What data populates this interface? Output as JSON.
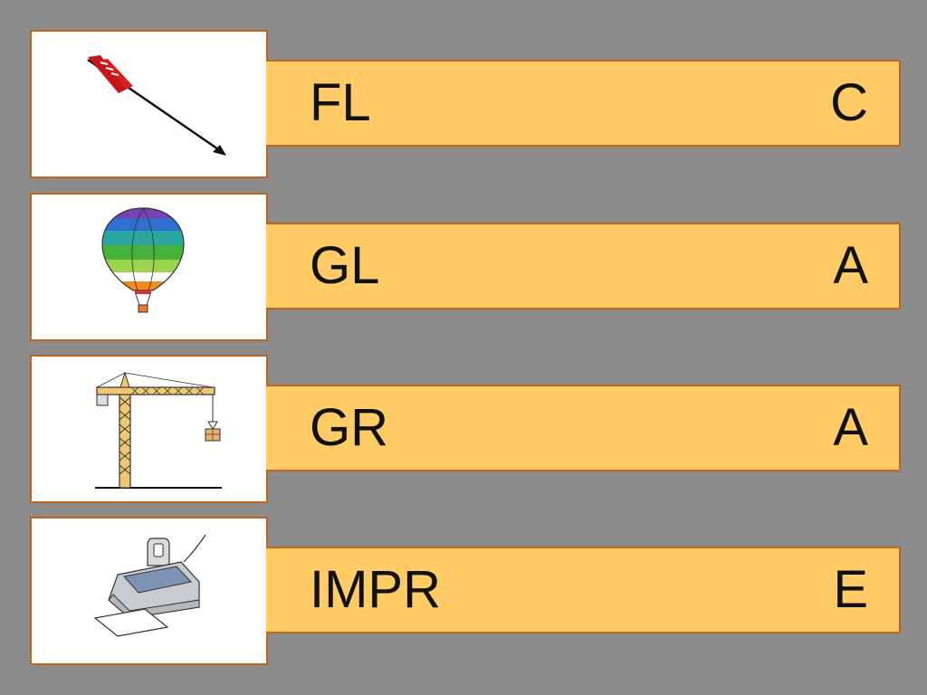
{
  "colors": {
    "background": "#8c8c8c",
    "card": "#ffffff",
    "bar": "#fecb66",
    "border": "#c0661a"
  },
  "rows": [
    {
      "icon": "arrow-icon",
      "word": "FL",
      "ending": "C"
    },
    {
      "icon": "hot-air-balloon-icon",
      "word": "GL",
      "ending": "A"
    },
    {
      "icon": "crane-icon",
      "word": "GR",
      "ending": "A"
    },
    {
      "icon": "printer-icon",
      "word": "IMPR",
      "ending": "E"
    }
  ]
}
